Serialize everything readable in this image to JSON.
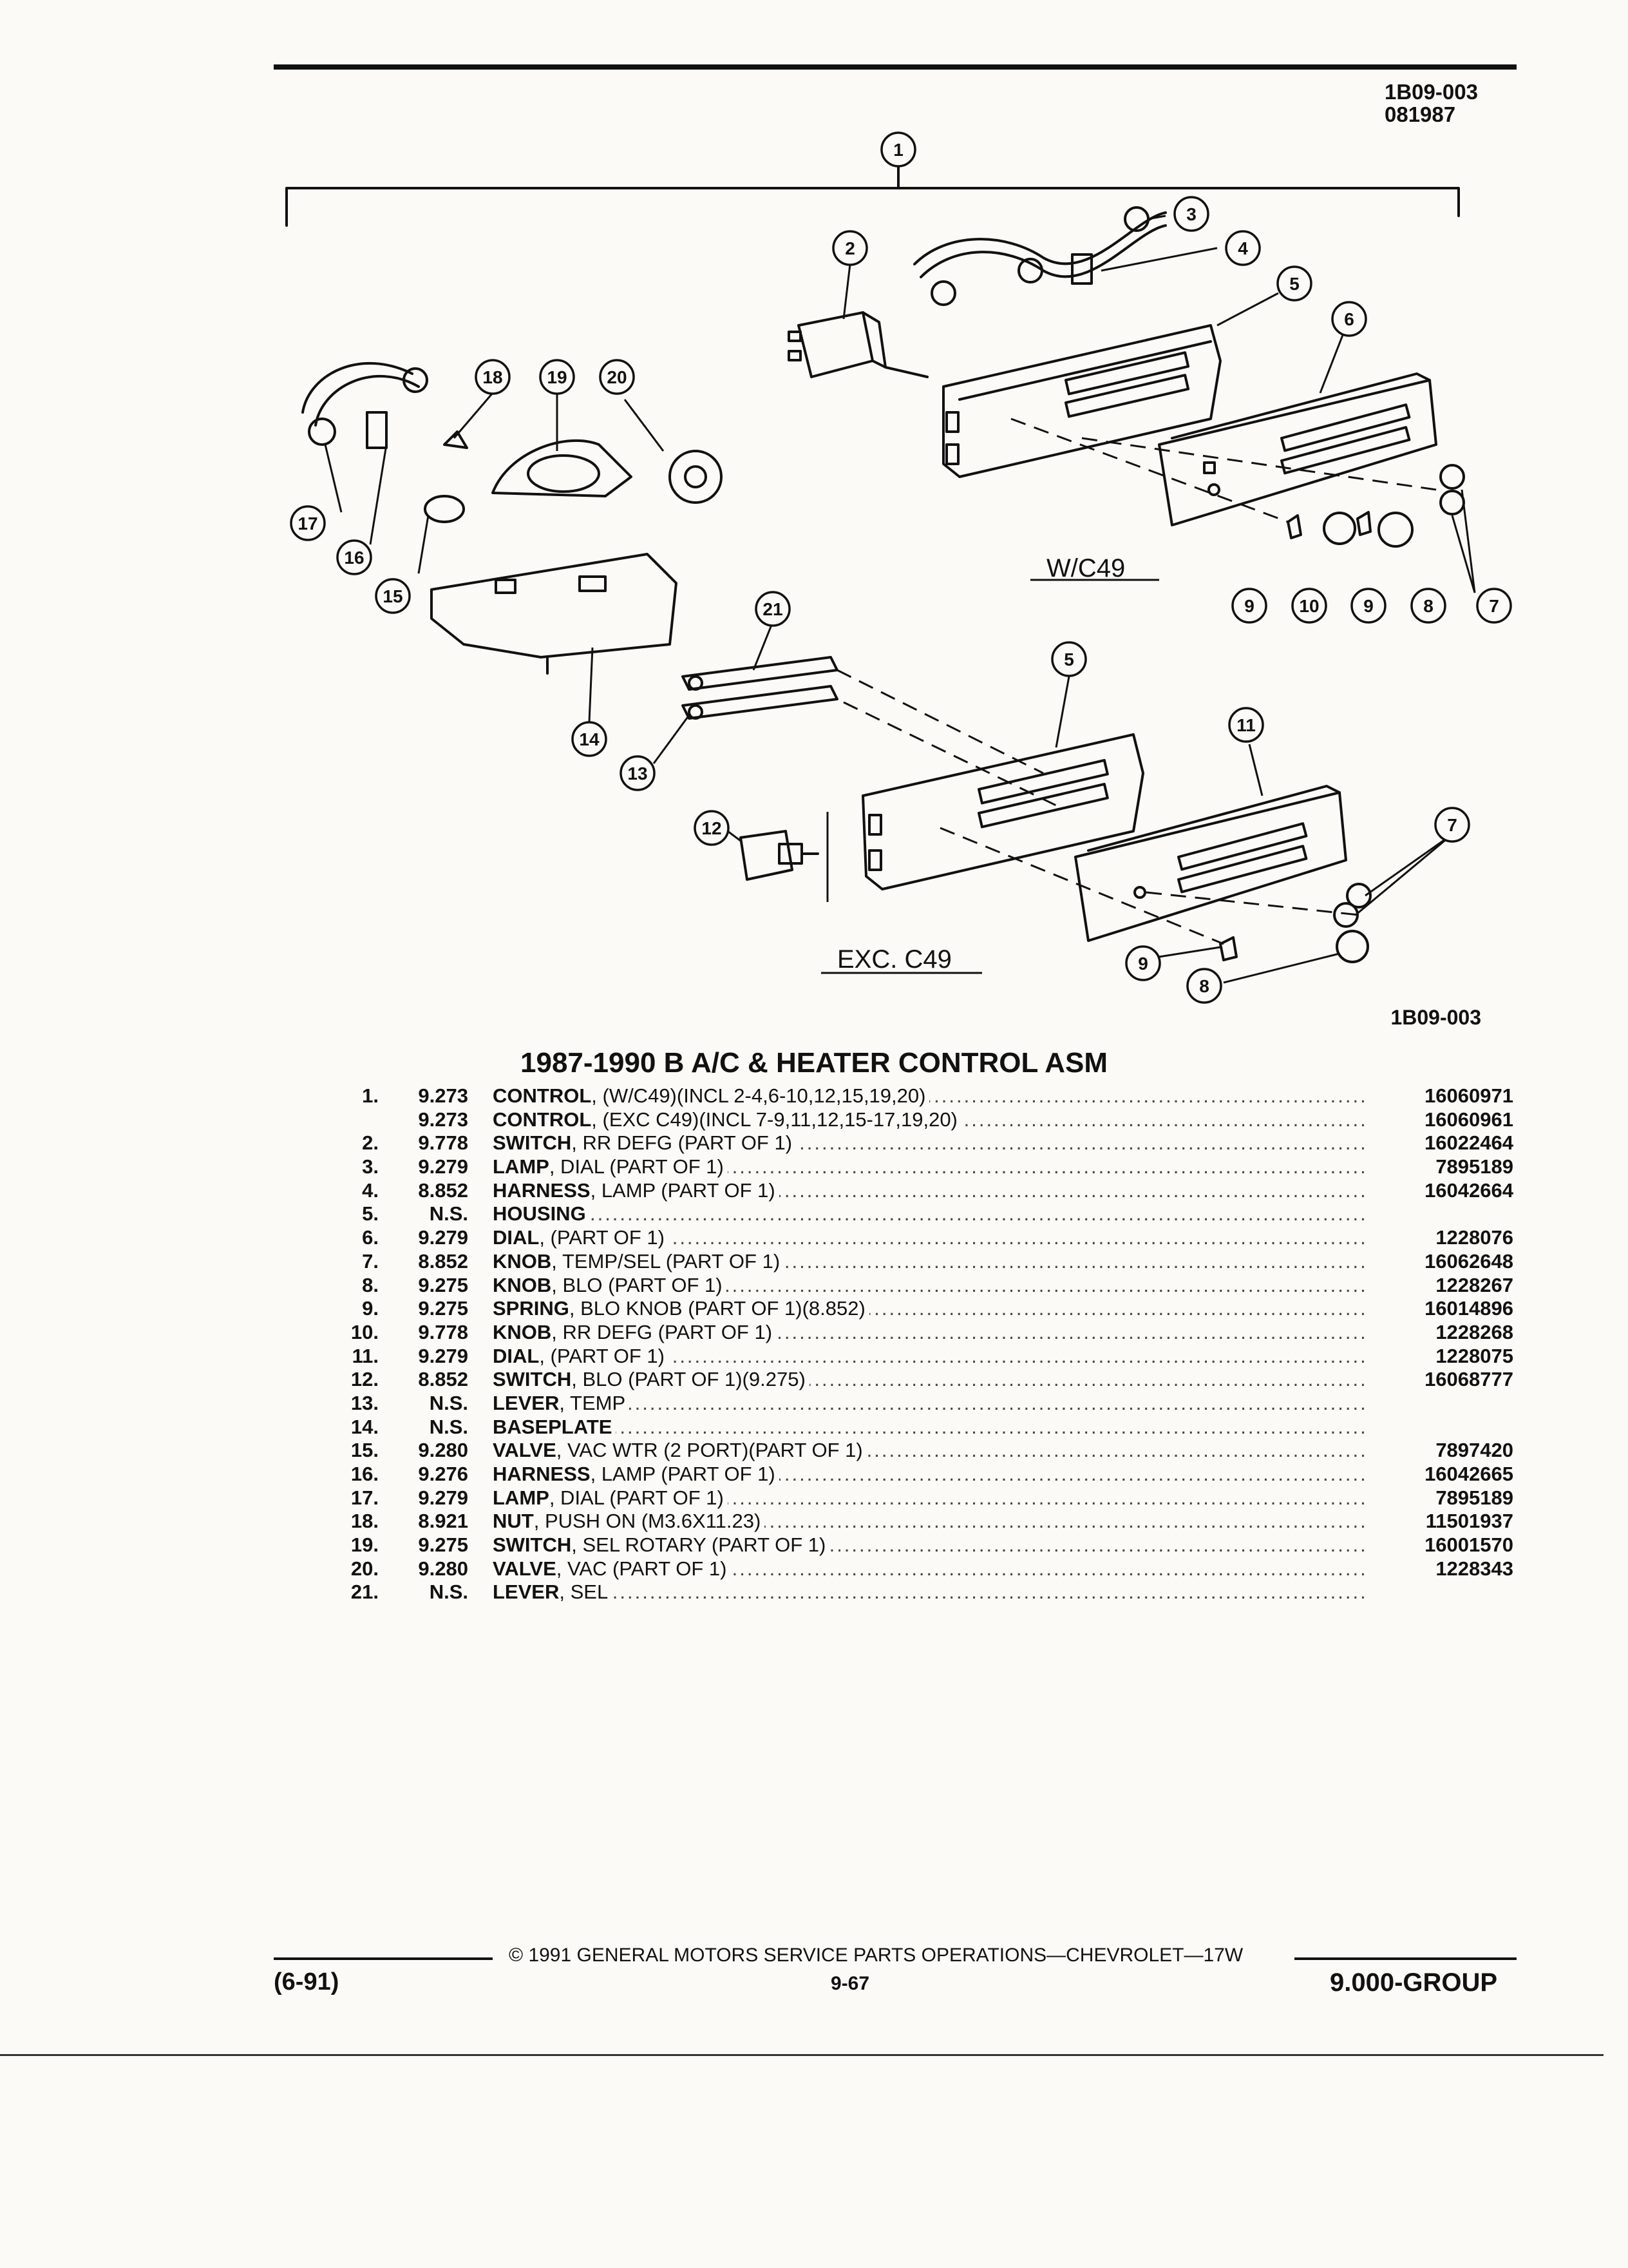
{
  "header": {
    "code": "1B09-003",
    "date": "081987"
  },
  "diagram": {
    "callouts": [
      "1",
      "2",
      "3",
      "4",
      "5",
      "6",
      "7",
      "8",
      "9",
      "10",
      "11",
      "12",
      "13",
      "14",
      "15",
      "16",
      "17",
      "18",
      "19",
      "20",
      "21"
    ],
    "variant_top": "W/C49",
    "variant_bottom": "EXC. C49",
    "figure_code": "1B09-003"
  },
  "title": "1987-1990 B A/C & HEATER CONTROL ASM",
  "parts": [
    {
      "num": "1.",
      "group": "9.273",
      "name": "CONTROL",
      "detail": ", (W/C49)(INCL 2-4,6-10,12,15,19,20)",
      "part": "16060971"
    },
    {
      "num": "",
      "group": "9.273",
      "name": "CONTROL",
      "detail": ", (EXC C49)(INCL 7-9,11,12,15-17,19,20)",
      "part": "16060961"
    },
    {
      "num": "2.",
      "group": "9.778",
      "name": "SWITCH",
      "detail": ", RR DEFG (PART OF 1)",
      "part": "16022464"
    },
    {
      "num": "3.",
      "group": "9.279",
      "name": "LAMP",
      "detail": ", DIAL (PART OF 1)",
      "part": "7895189"
    },
    {
      "num": "4.",
      "group": "8.852",
      "name": "HARNESS",
      "detail": ", LAMP (PART OF 1)",
      "part": "16042664"
    },
    {
      "num": "5.",
      "group": "N.S.",
      "name": "HOUSING",
      "detail": "",
      "part": ""
    },
    {
      "num": "6.",
      "group": "9.279",
      "name": "DIAL",
      "detail": ", (PART OF 1)",
      "part": "1228076"
    },
    {
      "num": "7.",
      "group": "8.852",
      "name": "KNOB",
      "detail": ", TEMP/SEL (PART OF 1)",
      "part": "16062648"
    },
    {
      "num": "8.",
      "group": "9.275",
      "name": "KNOB",
      "detail": ", BLO (PART OF 1)",
      "part": "1228267"
    },
    {
      "num": "9.",
      "group": "9.275",
      "name": "SPRING",
      "detail": ", BLO KNOB (PART OF 1)(8.852)",
      "part": "16014896"
    },
    {
      "num": "10.",
      "group": "9.778",
      "name": "KNOB",
      "detail": ", RR DEFG (PART OF 1)",
      "part": "1228268"
    },
    {
      "num": "11.",
      "group": "9.279",
      "name": "DIAL",
      "detail": ", (PART OF 1)",
      "part": "1228075"
    },
    {
      "num": "12.",
      "group": "8.852",
      "name": "SWITCH",
      "detail": ", BLO (PART OF 1)(9.275)",
      "part": "16068777"
    },
    {
      "num": "13.",
      "group": "N.S.",
      "name": "LEVER",
      "detail": ", TEMP",
      "part": ""
    },
    {
      "num": "14.",
      "group": "N.S.",
      "name": "BASEPLATE",
      "detail": "",
      "part": ""
    },
    {
      "num": "15.",
      "group": "9.280",
      "name": "VALVE",
      "detail": ", VAC WTR (2 PORT)(PART OF 1)",
      "part": "7897420"
    },
    {
      "num": "16.",
      "group": "9.276",
      "name": "HARNESS",
      "detail": ", LAMP (PART OF 1)",
      "part": "16042665"
    },
    {
      "num": "17.",
      "group": "9.279",
      "name": "LAMP",
      "detail": ", DIAL (PART OF 1)",
      "part": "7895189"
    },
    {
      "num": "18.",
      "group": "8.921",
      "name": "NUT",
      "detail": ", PUSH ON (M3.6X11.23)",
      "part": "11501937"
    },
    {
      "num": "19.",
      "group": "9.275",
      "name": "SWITCH",
      "detail": ", SEL ROTARY (PART OF 1)",
      "part": "16001570"
    },
    {
      "num": "20.",
      "group": "9.280",
      "name": "VALVE",
      "detail": ", VAC (PART OF 1)",
      "part": "1228343"
    },
    {
      "num": "21.",
      "group": "N.S.",
      "name": "LEVER",
      "detail": ", SEL",
      "part": ""
    }
  ],
  "footer": {
    "copyright": "© 1991 GENERAL MOTORS SERVICE PARTS OPERATIONS—CHEVROLET—17W",
    "revision": "(6-91)",
    "page": "9-67",
    "group": "9.000-GROUP"
  }
}
